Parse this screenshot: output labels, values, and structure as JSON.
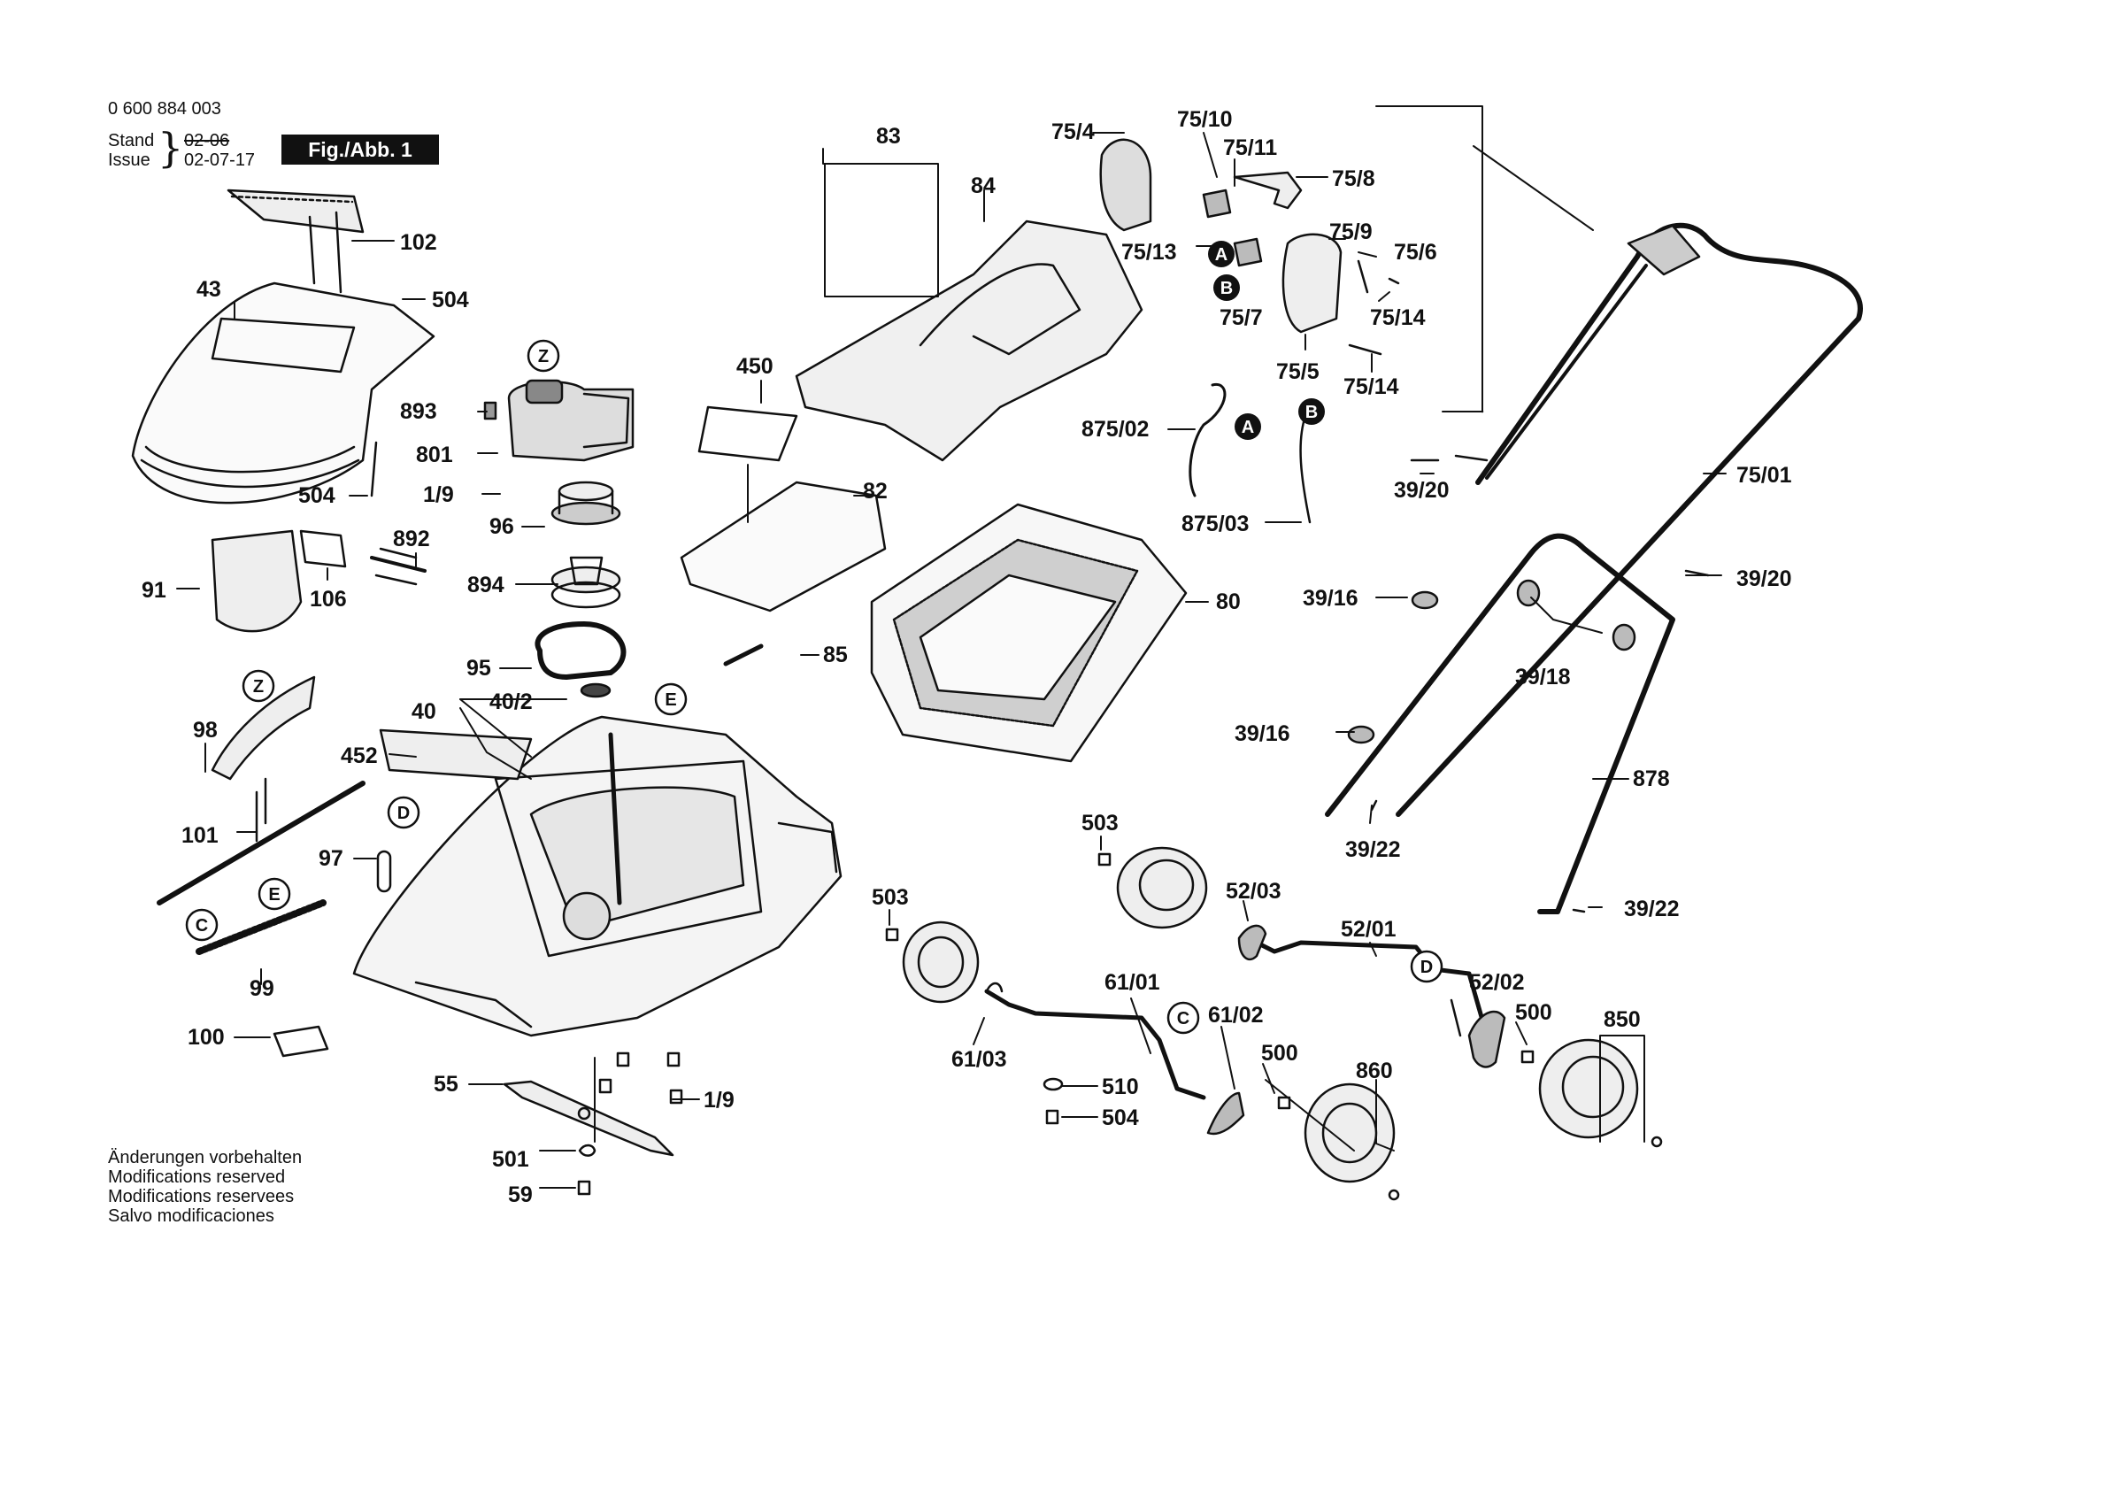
{
  "header": {
    "part_number": "0 600 884 003",
    "stand_label": "Stand",
    "issue_label": "Issue",
    "old_date": "02-06",
    "issue_date": "02-07-17",
    "figure_label": "Fig./Abb. 1"
  },
  "notes": [
    "Änderungen vorbehalten",
    "Modifications reserved",
    "Modifications reservees",
    "Salvo modificaciones"
  ],
  "markers": [
    "Z",
    "E",
    "D",
    "C",
    "A",
    "B"
  ],
  "callouts": {
    "c102": "102",
    "c43": "43",
    "c504a": "504",
    "c504b": "504",
    "c893": "893",
    "c801": "801",
    "c1_9a": "1/9",
    "c96": "96",
    "c892": "892",
    "c894": "894",
    "c91": "91",
    "c106": "106",
    "c95": "95",
    "c40": "40",
    "c40_2": "40/2",
    "c452": "452",
    "c98": "98",
    "c101": "101",
    "c97": "97",
    "c99": "99",
    "c100": "100",
    "c55": "55",
    "c1_9b": "1/9",
    "c501": "501",
    "c59": "59",
    "c83": "83",
    "c84": "84",
    "c450": "450",
    "c82": "82",
    "c85": "85",
    "c80": "80",
    "c75_4": "75/4",
    "c75_10": "75/10",
    "c75_11": "75/11",
    "c75_8": "75/8",
    "c75_13": "75/13",
    "c75_9": "75/9",
    "c75_6": "75/6",
    "c75_7": "75/7",
    "c75_14a": "75/14",
    "c75_14b": "75/14",
    "c75_5": "75/5",
    "c875_02": "875/02",
    "c875_03": "875/03",
    "c39_20a": "39/20",
    "c75_01": "75/01",
    "c39_20b": "39/20",
    "c39_16a": "39/16",
    "c39_18": "39/18",
    "c39_16b": "39/16",
    "c878": "878",
    "c39_22a": "39/22",
    "c39_22b": "39/22",
    "c503a": "503",
    "c503b": "503",
    "c52_03": "52/03",
    "c52_01": "52/01",
    "c52_02": "52/02",
    "c500a": "500",
    "c500b": "500",
    "c850": "850",
    "c61_01": "61/01",
    "c61_02": "61/02",
    "c61_03": "61/03",
    "c510": "510",
    "c504c": "504",
    "c860": "860"
  }
}
